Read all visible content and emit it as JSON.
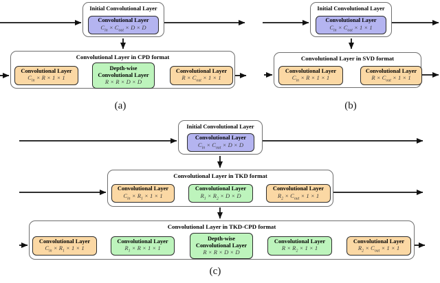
{
  "colors": {
    "initial_layer_fill": "#b4b4f0",
    "standard_layer_fill": "#fbd8a4",
    "reduced_layer_fill": "#bdf4bc",
    "arrow_color": "#111111"
  },
  "panels": {
    "a": {
      "caption": "(a)",
      "initial": {
        "title": "Initial Convolutional Layer",
        "layer": {
          "name": "Convolutional Layer",
          "formula": "C_{in} × C_{out} × D × D"
        }
      },
      "decomposition": {
        "title": "Convolutional Layer in CPD format",
        "layers": [
          {
            "name": "Convolutional Layer",
            "formula": "C_{in} × R × 1 × 1"
          },
          {
            "name": "Depth-wise Convolutional Layer",
            "formula": "R × R × D × D"
          },
          {
            "name": "Convolutional Layer",
            "formula": "R × C_{out} × 1 × 1"
          }
        ]
      }
    },
    "b": {
      "caption": "(b)",
      "initial": {
        "title": "Initial Convolutional Layer",
        "layer": {
          "name": "Convolutional Layer",
          "formula": "C_{in} × C_{out} × 1 × 1"
        }
      },
      "decomposition": {
        "title": "Convolutional Layer in SVD format",
        "layers": [
          {
            "name": "Convolutional Layer",
            "formula": "C_{in} × R × 1 × 1"
          },
          {
            "name": "Convolutional Layer",
            "formula": "R × C_{out} × 1 × 1"
          }
        ]
      }
    },
    "c": {
      "caption": "(c)",
      "initial": {
        "title": "Initial Convolutional Layer",
        "layer": {
          "name": "Convolutional Layer",
          "formula": "C_{in} × C_{out} × D × D"
        }
      },
      "tkd": {
        "title": "Convolutional Layer in TKD format",
        "layers": [
          {
            "name": "Convolutional Layer",
            "formula": "C_{in} × R_{1} × 1 × 1"
          },
          {
            "name": "Convolutional Layer",
            "formula": "R_{1} × R_{2} × D × D"
          },
          {
            "name": "Convolutional Layer",
            "formula": "R_{2} × C_{out} × 1 × 1"
          }
        ]
      },
      "tkd_cpd": {
        "title": "Convolutional Layer in TKD-CPD format",
        "layers": [
          {
            "name": "Convolutional Layer",
            "formula": "C_{in} × R_{1} × 1 × 1"
          },
          {
            "name": "Convolutional Layer",
            "formula": "R_{1} × R × 1 × 1"
          },
          {
            "name": "Depth-wise Convolutional Layer",
            "formula": "R × R × D × D"
          },
          {
            "name": "Convolutional Layer",
            "formula": "R × R_{2} × 1 × 1"
          },
          {
            "name": "Convolutional Layer",
            "formula": "R_{2} × C_{out} × 1 × 1"
          }
        ]
      }
    }
  }
}
